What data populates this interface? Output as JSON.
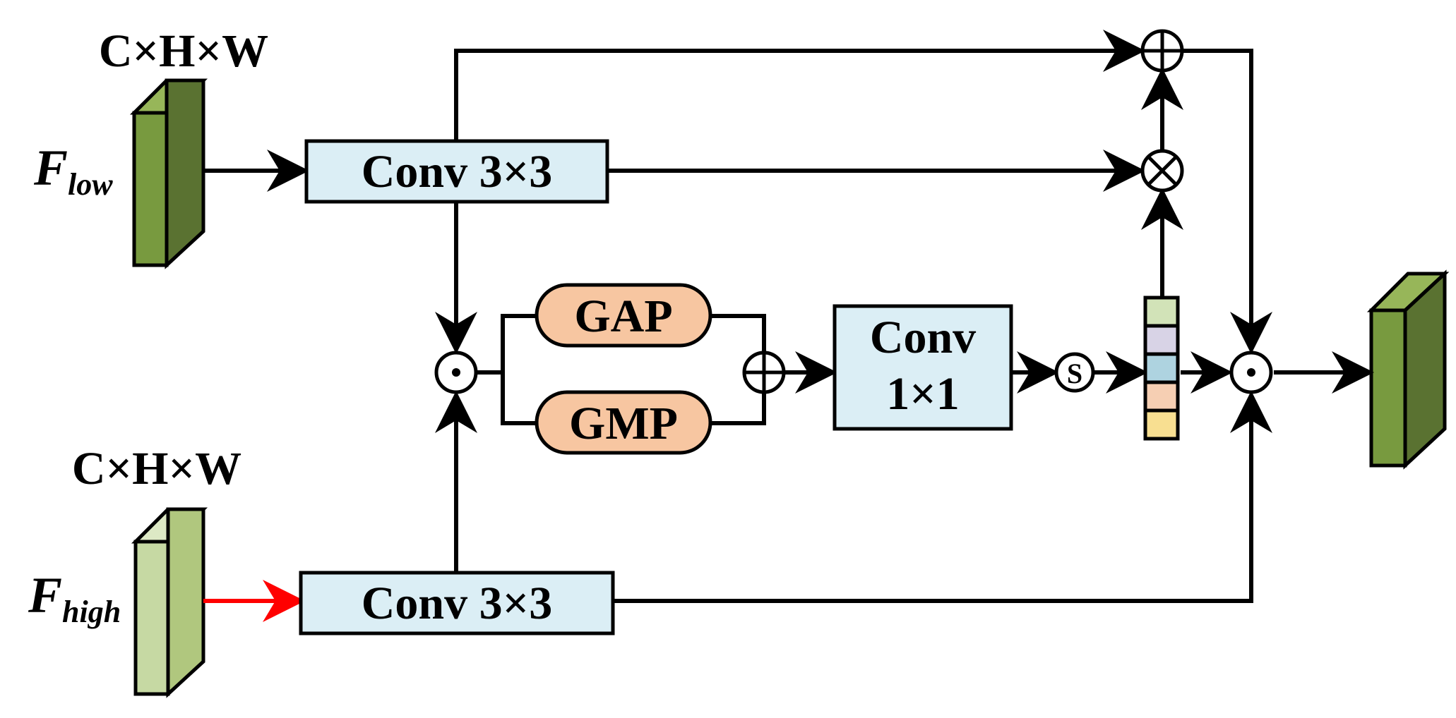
{
  "inputs": {
    "low": {
      "dim_label": "C×H×W",
      "name_main": "F",
      "name_sub": "low"
    },
    "high": {
      "dim_label": "C×H×W",
      "name_main": "F",
      "name_sub": "high"
    }
  },
  "blocks": {
    "conv_top": "Conv 3×3",
    "conv_bottom": "Conv 3×3",
    "gap": "GAP",
    "gmp": "GMP",
    "conv1_line1": "Conv",
    "conv1_line2": "1×1",
    "sigmoid": "S"
  },
  "colors": {
    "conv_fill": "#dbeef5",
    "pool_fill": "#f7c6a1",
    "low_front": "#789a3f",
    "low_side": "#5a7231",
    "low_top": "#97b659",
    "high_front": "#c6d9a3",
    "high_side": "#b0c77e",
    "high_top": "#dde9c5",
    "out_front": "#789a3f",
    "out_side": "#5a7231",
    "out_top": "#97b659",
    "highlight_arrow": "#ff0000",
    "weight_cells": [
      "#d2e3b8",
      "#d8d3e6",
      "#aed3e0",
      "#f6cfb3",
      "#f8df91"
    ]
  }
}
